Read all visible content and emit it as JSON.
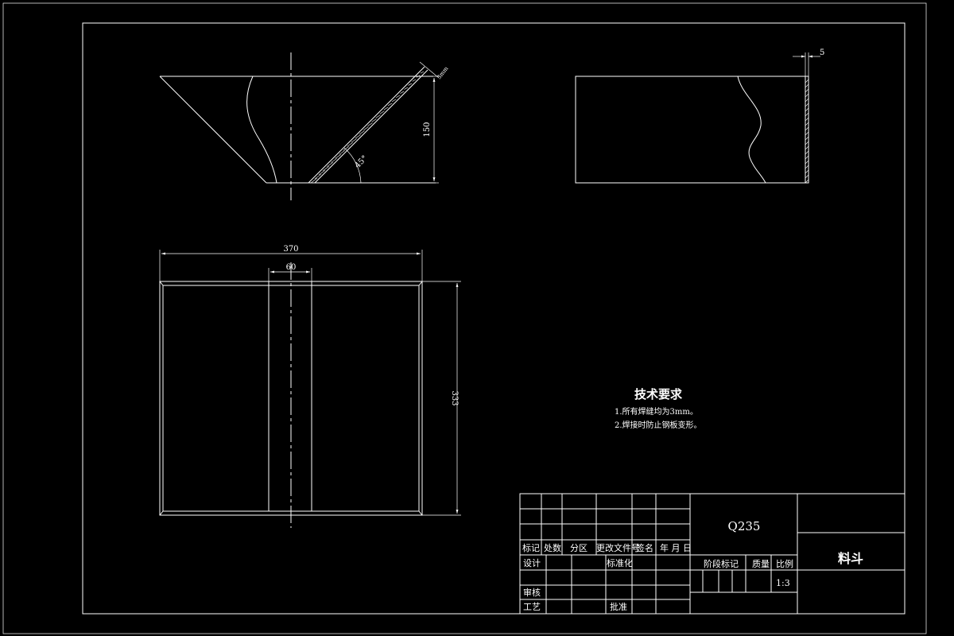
{
  "drawing": {
    "dimensions": {
      "top_view_width": "370",
      "top_view_gap": "60",
      "top_view_height": "333",
      "front_height": "150",
      "front_angle": "45°",
      "front_wall_thickness": "3mm",
      "side_wall_thickness": "5"
    },
    "tech_requirements": {
      "heading": "技术要求",
      "items": [
        "1.所有焊缝均为3mm。",
        "2.焊接时防止钢板变形。"
      ]
    }
  },
  "title_block": {
    "material": "Q235",
    "part_name": "料斗",
    "revision_headers": [
      "标记",
      "处数",
      "分区",
      "更改文件号",
      "签名",
      "年 月 日"
    ],
    "labels": {
      "design": "设计",
      "standardize": "标准化",
      "review": "审核",
      "process": "工艺",
      "approve": "批准",
      "stage_mark": "阶段标记",
      "weight": "质量",
      "scale": "比例"
    },
    "scale_value": "1:3"
  }
}
